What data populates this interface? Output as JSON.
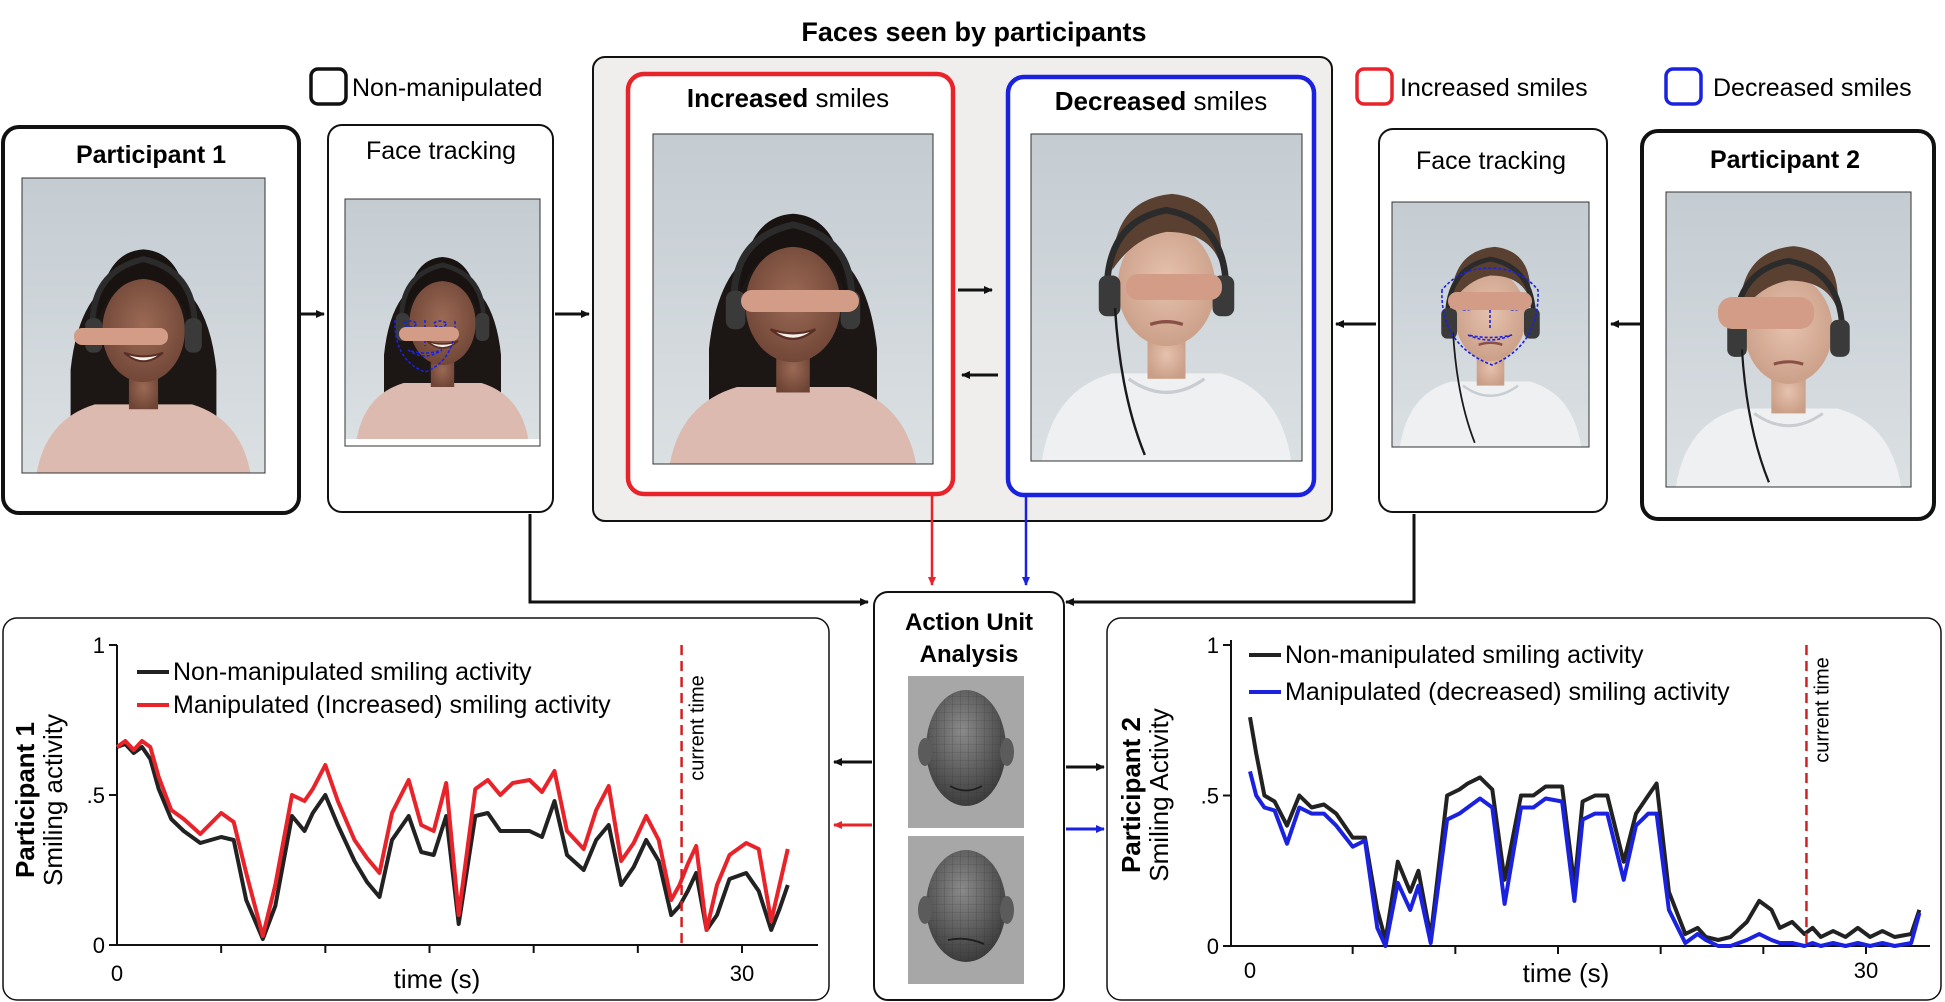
{
  "title": "Faces seen by participants",
  "legend": {
    "non_manipulated": "Non-manipulated",
    "increased": "Increased smiles",
    "decreased": "Decreased smiles"
  },
  "panels": {
    "participant1": "Participant 1",
    "participant2": "Participant 2",
    "face_tracking_left": "Face tracking",
    "face_tracking_right": "Face tracking",
    "increased_bold": "Increased",
    "increased_rest": " smiles",
    "decreased_bold": "Decreased",
    "decreased_rest": " smiles",
    "action_unit_line1": "Action Unit",
    "action_unit_line2": "Analysis"
  },
  "colors": {
    "non_manipulated": "#222222",
    "increased": "#e8232a",
    "decreased": "#1a22e0",
    "current_time": "#d62020",
    "viewer_bg": "#efeeed"
  },
  "icons": [
    "head-3d-mesh-icon",
    "face-landmark-mesh-icon",
    "eye-mask-bar-icon"
  ],
  "chart_data": [
    {
      "type": "line",
      "xlabel": "time (s)",
      "ylabel_bold": "Participant 1",
      "ylabel": "Smiling activity",
      "yticks": [
        "0",
        ".5",
        "1"
      ],
      "xticks": [
        "0",
        "30"
      ],
      "xlim": [
        0,
        33.5
      ],
      "ylim": [
        0,
        1
      ],
      "current_time_label": "current time",
      "current_time": 27.1,
      "legend_placement": "top-left",
      "series": [
        {
          "name": "Non-manipulated smiling activity",
          "color": "#222222",
          "x": [
            0,
            0.4,
            0.8,
            1.2,
            1.6,
            2,
            2.6,
            3.2,
            4,
            5,
            5.6,
            6.2,
            7,
            7.6,
            8.4,
            9,
            9.4,
            10,
            10.6,
            11.4,
            12,
            12.6,
            13.2,
            14,
            14.6,
            15.2,
            15.8,
            16.4,
            17.2,
            17.8,
            18.4,
            19,
            19.8,
            20.4,
            21,
            21.6,
            22.4,
            23,
            23.6,
            24.2,
            24.8,
            25.4,
            26,
            26.6,
            27,
            27.4,
            27.8,
            28.3,
            28.8,
            29.4,
            30.2,
            30.8,
            31.4,
            31.8,
            32.2
          ],
          "y": [
            0.66,
            0.67,
            0.64,
            0.66,
            0.62,
            0.52,
            0.42,
            0.38,
            0.34,
            0.36,
            0.35,
            0.15,
            0.02,
            0.13,
            0.43,
            0.38,
            0.44,
            0.5,
            0.4,
            0.28,
            0.21,
            0.16,
            0.35,
            0.43,
            0.31,
            0.3,
            0.43,
            0.07,
            0.43,
            0.44,
            0.38,
            0.38,
            0.38,
            0.36,
            0.48,
            0.3,
            0.25,
            0.35,
            0.4,
            0.2,
            0.26,
            0.35,
            0.28,
            0.1,
            0.13,
            0.18,
            0.24,
            0.05,
            0.1,
            0.22,
            0.24,
            0.18,
            0.05,
            0.12,
            0.2
          ]
        },
        {
          "name": "Manipulated (Increased) smiling activity",
          "color": "#e8232a",
          "x": [
            0,
            0.4,
            0.8,
            1.2,
            1.6,
            2,
            2.6,
            3.2,
            4,
            5,
            5.6,
            6.2,
            7,
            7.6,
            8.4,
            9,
            9.4,
            10,
            10.6,
            11.4,
            12,
            12.6,
            13.2,
            14,
            14.6,
            15.2,
            15.8,
            16.4,
            17.2,
            17.8,
            18.4,
            19,
            19.8,
            20.4,
            21,
            21.6,
            22.4,
            23,
            23.6,
            24.2,
            24.8,
            25.4,
            26,
            26.6,
            27,
            27.4,
            27.8,
            28.3,
            28.8,
            29.4,
            30.2,
            30.8,
            31.4,
            31.8,
            32.2
          ],
          "y": [
            0.66,
            0.68,
            0.65,
            0.68,
            0.66,
            0.56,
            0.45,
            0.42,
            0.37,
            0.44,
            0.41,
            0.24,
            0.03,
            0.2,
            0.5,
            0.48,
            0.52,
            0.6,
            0.48,
            0.35,
            0.29,
            0.24,
            0.44,
            0.55,
            0.4,
            0.38,
            0.54,
            0.1,
            0.52,
            0.55,
            0.5,
            0.54,
            0.55,
            0.51,
            0.58,
            0.38,
            0.32,
            0.45,
            0.53,
            0.28,
            0.34,
            0.43,
            0.35,
            0.15,
            0.2,
            0.27,
            0.33,
            0.05,
            0.2,
            0.3,
            0.34,
            0.32,
            0.08,
            0.2,
            0.32
          ]
        }
      ]
    },
    {
      "type": "line",
      "xlabel": "time (s)",
      "ylabel_bold": "Participant 2",
      "ylabel": "Smiling Activity",
      "yticks": [
        "0",
        ".5",
        "1"
      ],
      "xticks": [
        "0",
        "30"
      ],
      "xlim": [
        0,
        33.5
      ],
      "ylim": [
        0,
        1
      ],
      "current_time_label": "current time",
      "current_time": 27.1,
      "legend_placement": "top-left",
      "series": [
        {
          "name": "Non-manipulated smiling activity",
          "color": "#222222",
          "x": [
            0,
            0.3,
            0.7,
            1.2,
            1.8,
            2.4,
            3,
            3.6,
            4.2,
            5,
            5.6,
            6.2,
            6.6,
            7.2,
            7.8,
            8.2,
            8.8,
            9.6,
            10.2,
            10.6,
            11.2,
            11.8,
            12.4,
            13.2,
            13.8,
            14.4,
            15.2,
            15.8,
            16.2,
            16.8,
            17.4,
            18.2,
            18.8,
            19.4,
            19.8,
            20.4,
            21.2,
            21.8,
            22.2,
            22.8,
            23.4,
            24.2,
            24.8,
            25.4,
            25.8,
            26.4,
            27,
            27.4,
            27.8,
            28.4,
            29,
            29.6,
            30.2,
            30.8,
            31.4,
            32.2,
            32.6
          ],
          "y": [
            0.76,
            0.64,
            0.5,
            0.48,
            0.4,
            0.5,
            0.46,
            0.47,
            0.44,
            0.36,
            0.36,
            0.12,
            0.02,
            0.28,
            0.18,
            0.25,
            0.03,
            0.5,
            0.52,
            0.54,
            0.56,
            0.52,
            0.22,
            0.5,
            0.5,
            0.53,
            0.53,
            0.2,
            0.48,
            0.5,
            0.5,
            0.28,
            0.44,
            0.5,
            0.54,
            0.18,
            0.04,
            0.06,
            0.03,
            0.02,
            0.03,
            0.08,
            0.15,
            0.12,
            0.06,
            0.08,
            0.04,
            0.06,
            0.03,
            0.05,
            0.03,
            0.06,
            0.03,
            0.05,
            0.03,
            0.04,
            0.12
          ]
        },
        {
          "name": "Manipulated (decreased) smiling activity",
          "color": "#1a22e0",
          "x": [
            0,
            0.3,
            0.7,
            1.2,
            1.8,
            2.4,
            3,
            3.6,
            4.2,
            5,
            5.6,
            6.2,
            6.6,
            7.2,
            7.8,
            8.2,
            8.8,
            9.6,
            10.2,
            10.6,
            11.2,
            11.8,
            12.4,
            13.2,
            13.8,
            14.4,
            15.2,
            15.8,
            16.2,
            16.8,
            17.4,
            18.2,
            18.8,
            19.4,
            19.8,
            20.4,
            21.2,
            21.8,
            22.2,
            22.8,
            23.4,
            24.2,
            24.8,
            25.4,
            25.8,
            26.4,
            27,
            27.4,
            27.8,
            28.4,
            29,
            29.6,
            30.2,
            30.8,
            31.4,
            32.2,
            32.6
          ],
          "y": [
            0.58,
            0.5,
            0.46,
            0.45,
            0.34,
            0.46,
            0.44,
            0.44,
            0.4,
            0.33,
            0.35,
            0.06,
            0.0,
            0.21,
            0.12,
            0.2,
            0.01,
            0.42,
            0.44,
            0.46,
            0.49,
            0.46,
            0.14,
            0.46,
            0.46,
            0.49,
            0.48,
            0.15,
            0.42,
            0.44,
            0.44,
            0.22,
            0.4,
            0.44,
            0.44,
            0.12,
            0.01,
            0.04,
            0.02,
            0.0,
            0.0,
            0.02,
            0.04,
            0.02,
            0.01,
            0.01,
            0.0,
            0.01,
            0.0,
            0.01,
            0.0,
            0.01,
            0.0,
            0.01,
            0.0,
            0.01,
            0.11
          ]
        }
      ]
    }
  ]
}
